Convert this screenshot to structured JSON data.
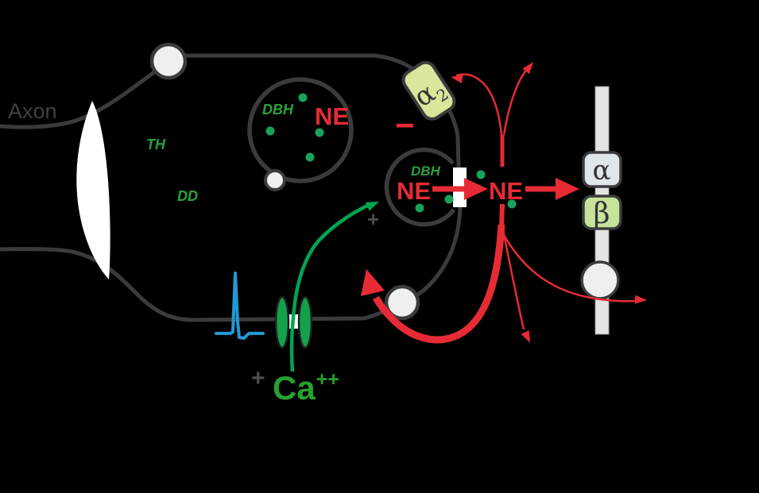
{
  "diagram": {
    "title": "noradrenergic-nerve-terminal-synapse",
    "labels": {
      "axon": "Axon",
      "enzyme_th": "TH",
      "enzyme_dd": "DD",
      "storage_vesicle_dbh": "DBH",
      "storage_vesicle_ne": "NE",
      "release_vesicle_dbh": "DBH",
      "release_vesicle_ne": "NE",
      "cleft_ne": "NE",
      "alpha2_main": "α",
      "alpha2_sub": "2",
      "alpha_receptor": "α",
      "beta_receptor": "β",
      "minus_sign": "−",
      "plus_sign_vesicle": "+",
      "plus_sign_calcium": "+",
      "calcium_main": "Ca",
      "calcium_sup": "++"
    },
    "colors": {
      "background": "#000000",
      "membrane_gray": "#3b3b3d",
      "axon_text_gray": "#3f4042",
      "red": "#e62b35",
      "green_label": "#2aa13c",
      "green_arrow": "#00a551",
      "green_dot": "#17a45a",
      "channel_green": "#14a14c",
      "calcium_green": "#28a12e",
      "blue_spike": "#1f9ad6",
      "alpha2_fill": "#d9e69b",
      "alpha_fill": "#e0e7ea",
      "beta_fill": "#c6e29b",
      "bar_fill": "#e4e4e4",
      "circle_fill": "#efefef",
      "plus_gray": "#4d4d4d"
    }
  }
}
